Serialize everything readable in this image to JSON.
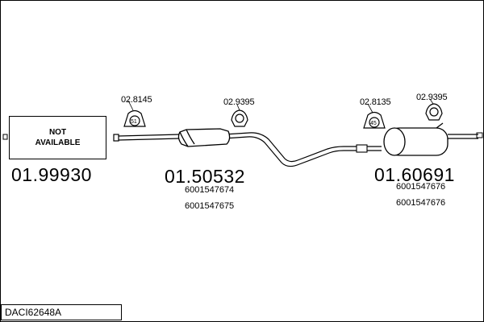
{
  "diagram": {
    "front_section": {
      "not_available_line1": "NOT",
      "not_available_line2": "AVAILABLE",
      "part_number": "01.99930"
    },
    "middle_section": {
      "part_number": "01.50532",
      "oe_numbers": [
        "6001547674",
        "6001547675"
      ]
    },
    "rear_section": {
      "part_number": "01.60691",
      "oe_numbers": [
        "6001547676",
        "6001547676"
      ]
    },
    "hangers": [
      {
        "ref": "02.8145",
        "size": "51"
      },
      {
        "ref": "02.9395",
        "size": ""
      },
      {
        "ref": "02.8135",
        "size": "45"
      },
      {
        "ref": "02.9395",
        "size": ""
      }
    ],
    "vehicle_code": "DACI62648A"
  }
}
